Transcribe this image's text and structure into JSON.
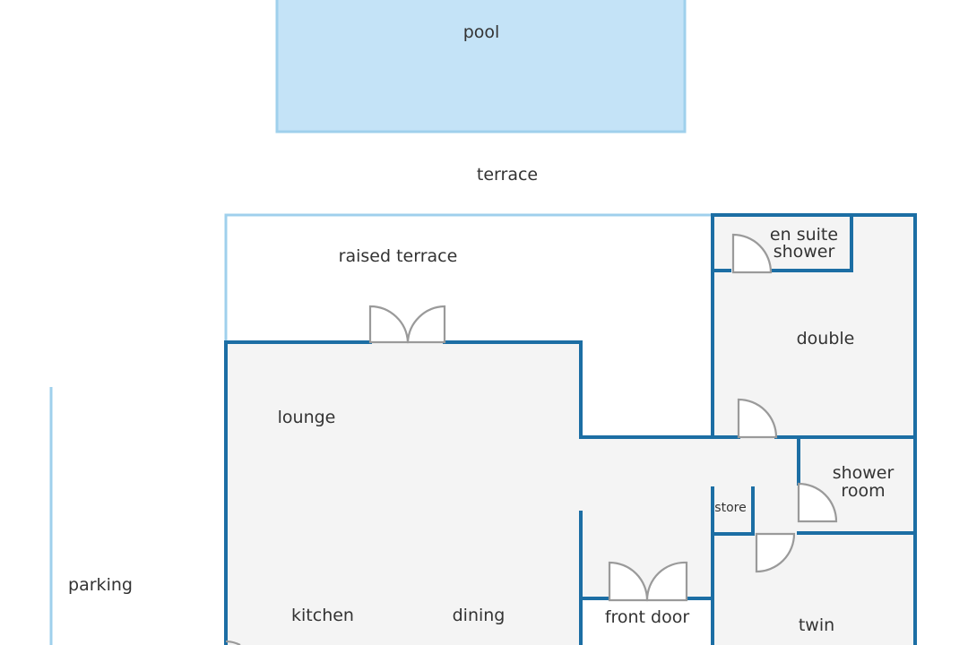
{
  "colors": {
    "wall": "#1c6ea4",
    "outline_light": "#9fd0ec",
    "pool_fill": "#c4e3f7",
    "floor": "#f4f4f4",
    "door": "#9a9a9a",
    "text": "#333333"
  },
  "labels": {
    "pool": "pool",
    "terrace": "terrace",
    "raised_terrace": "raised terrace",
    "en_suite_line1": "en suite",
    "en_suite_line2": "shower",
    "double": "double",
    "lounge": "lounge",
    "shower_room_line1": "shower",
    "shower_room_line2": "room",
    "store": "store",
    "parking": "parking",
    "kitchen": "kitchen",
    "dining": "dining",
    "front_door": "front door",
    "twin": "twin"
  }
}
